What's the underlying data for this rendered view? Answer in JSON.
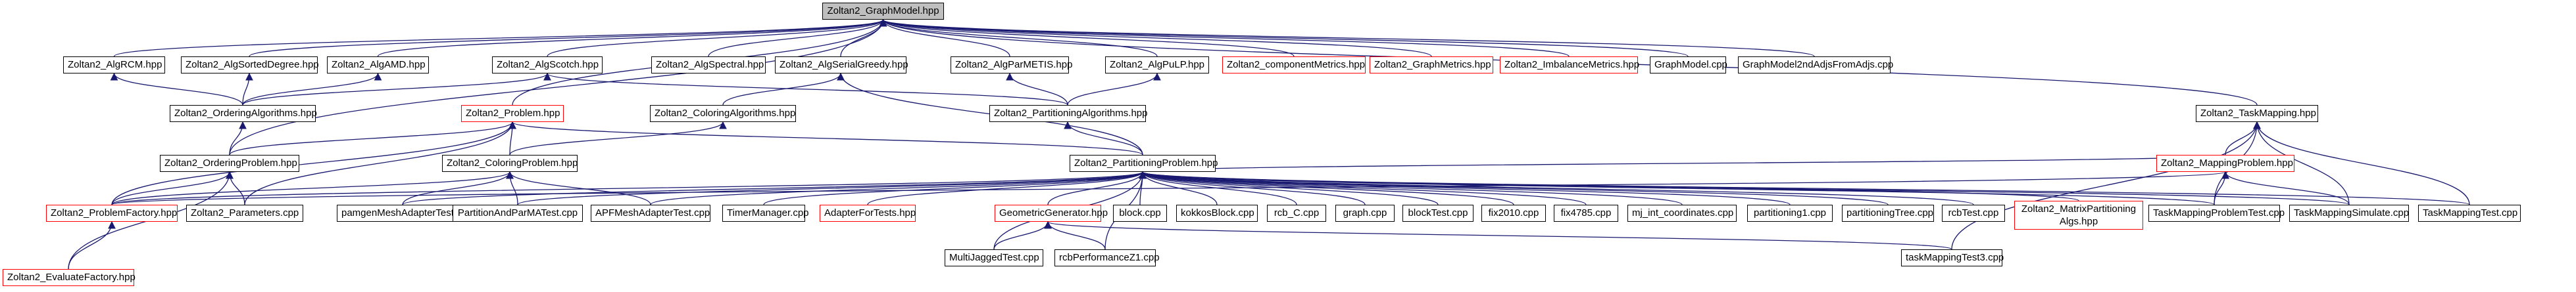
{
  "graph": {
    "nodes": {
      "root": "Zoltan2_GraphModel.hpp",
      "alg_rcm": "Zoltan2_AlgRCM.hpp",
      "alg_sorted_degree": "Zoltan2_AlgSortedDegree.hpp",
      "alg_amd": "Zoltan2_AlgAMD.hpp",
      "alg_scotch": "Zoltan2_AlgScotch.hpp",
      "alg_spectral": "Zoltan2_AlgSpectral.hpp",
      "alg_serial_greedy": "Zoltan2_AlgSerialGreedy.hpp",
      "alg_par_metis": "Zoltan2_AlgParMETIS.hpp",
      "alg_pulp": "Zoltan2_AlgPuLP.hpp",
      "component_metrics": "Zoltan2_componentMetrics.hpp",
      "graph_metrics": "Zoltan2_GraphMetrics.hpp",
      "imbalance_metrics": "Zoltan2_ImbalanceMetrics.hpp",
      "graph_model_cpp": "GraphModel.cpp",
      "graph_model_2nd": "GraphModel2ndAdjsFromAdjs.cpp",
      "ordering_algorithms": "Zoltan2_OrderingAlgorithms.hpp",
      "problem": "Zoltan2_Problem.hpp",
      "coloring_algorithms": "Zoltan2_ColoringAlgorithms.hpp",
      "partitioning_algorithms": "Zoltan2_PartitioningAlgorithms.hpp",
      "task_mapping": "Zoltan2_TaskMapping.hpp",
      "ordering_problem": "Zoltan2_OrderingProblem.hpp",
      "coloring_problem": "Zoltan2_ColoringProblem.hpp",
      "partitioning_problem": "Zoltan2_PartitioningProblem.hpp",
      "mapping_problem": "Zoltan2_MappingProblem.hpp",
      "problem_factory": "Zoltan2_ProblemFactory.hpp",
      "parameters": "Zoltan2_Parameters.cpp",
      "pamgen": "pamgenMeshAdapterTest.cpp",
      "partition_and_parma": "PartitionAndParMATest.cpp",
      "apf_mesh": "APFMeshAdapterTest.cpp",
      "timer_manager": "TimerManager.cpp",
      "adapter_for_tests": "AdapterForTests.hpp",
      "geometric_generator": "GeometricGenerator.hpp",
      "block": "block.cpp",
      "kokkos_block": "kokkosBlock.cpp",
      "rcb_c": "rcb_C.cpp",
      "graph_cpp": "graph.cpp",
      "block_test": "blockTest.cpp",
      "fix2010": "fix2010.cpp",
      "fix4785": "fix4785.cpp",
      "mj_int_coordinates": "mj_int_coordinates.cpp",
      "partitioning1": "partitioning1.cpp",
      "partitioning_tree": "partitioningTree.cpp",
      "rcb_test": "rcbTest.cpp",
      "matrix_partitioning_algs": "Zoltan2_MatrixPartitioning\nAlgs.hpp",
      "task_mapping_problem_test": "TaskMappingProblemTest.cpp",
      "task_mapping_simulate": "TaskMappingSimulate.cpp",
      "task_mapping_test": "TaskMappingTest.cpp",
      "evaluate_factory": "Zoltan2_EvaluateFactory.hpp",
      "multi_jagged_test": "MultiJaggedTest.cpp",
      "rcb_performance_z1": "rcbPerformanceZ1.cpp",
      "task_mapping_test3": "taskMappingTest3.cpp"
    },
    "colors": {
      "edge": "#191970",
      "node_border": "#000000",
      "incomplete_border": "#ff0000",
      "root_fill": "#bfbfbf"
    }
  }
}
